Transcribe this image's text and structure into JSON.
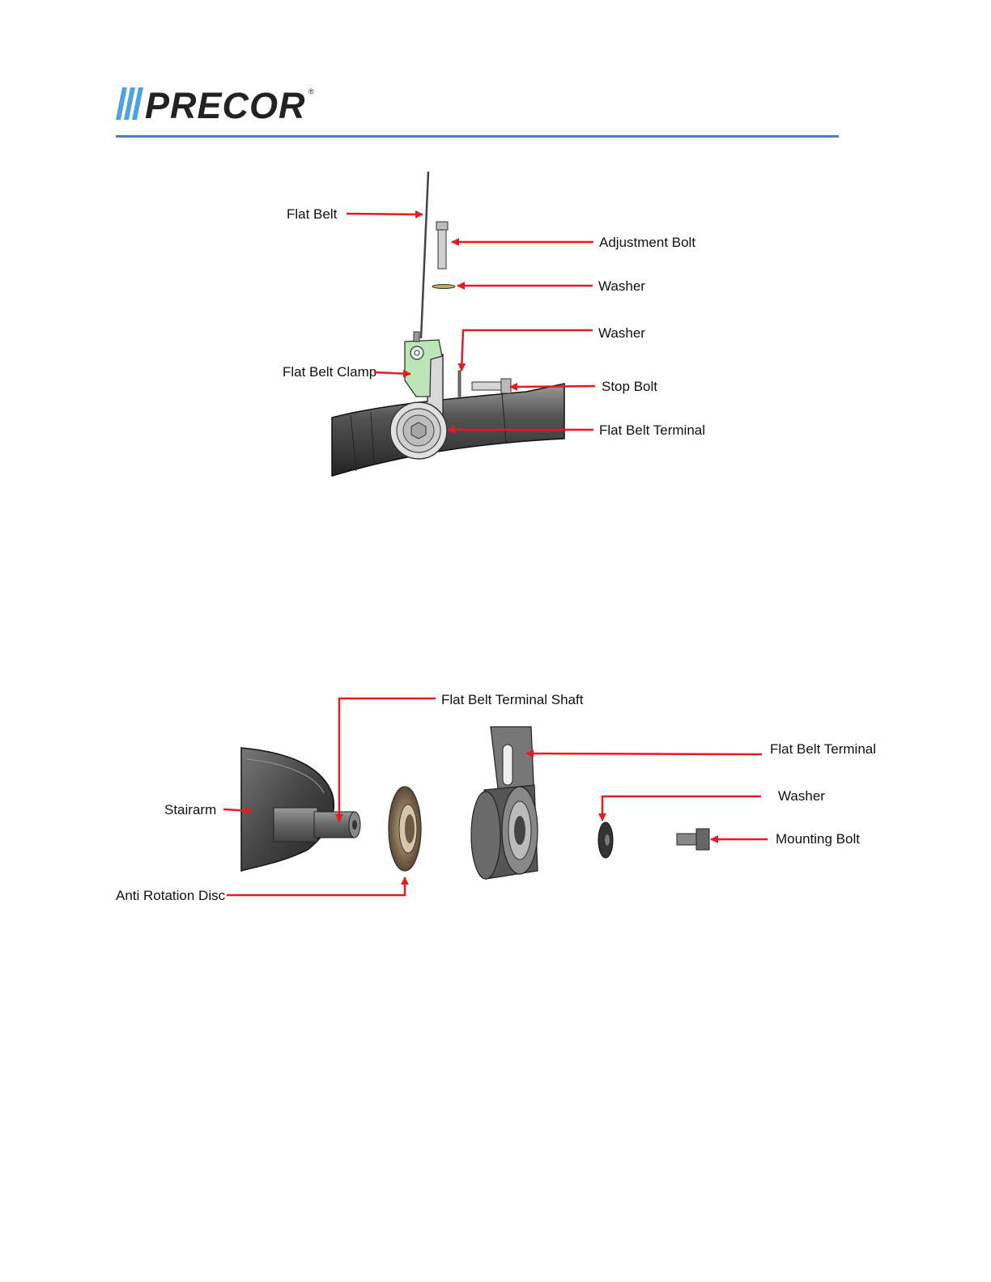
{
  "header": {
    "brand": "PRECOR",
    "accent_color": "#4f81bd",
    "logo_stripe_color": "#4fa3d8"
  },
  "figure_top": {
    "labels": {
      "flat_belt": "Flat Belt",
      "adjustment_bolt": "Adjustment Bolt",
      "washer_upper": "Washer",
      "washer_lower": "Washer",
      "flat_belt_clamp": "Flat Belt Clamp",
      "stop_bolt": "Stop Bolt",
      "flat_belt_terminal": "Flat Belt Terminal"
    }
  },
  "figure_bottom": {
    "labels": {
      "flat_belt_terminal_shaft": "Flat Belt Terminal Shaft",
      "flat_belt_terminal": "Flat Belt Terminal",
      "stairarm": "Stairarm",
      "washer": "Washer",
      "mounting_bolt": "Mounting Bolt",
      "anti_rotation_disc": "Anti Rotation Disc"
    }
  },
  "colors": {
    "arrow": "#e31b23",
    "clamp": "#bde6b8"
  }
}
